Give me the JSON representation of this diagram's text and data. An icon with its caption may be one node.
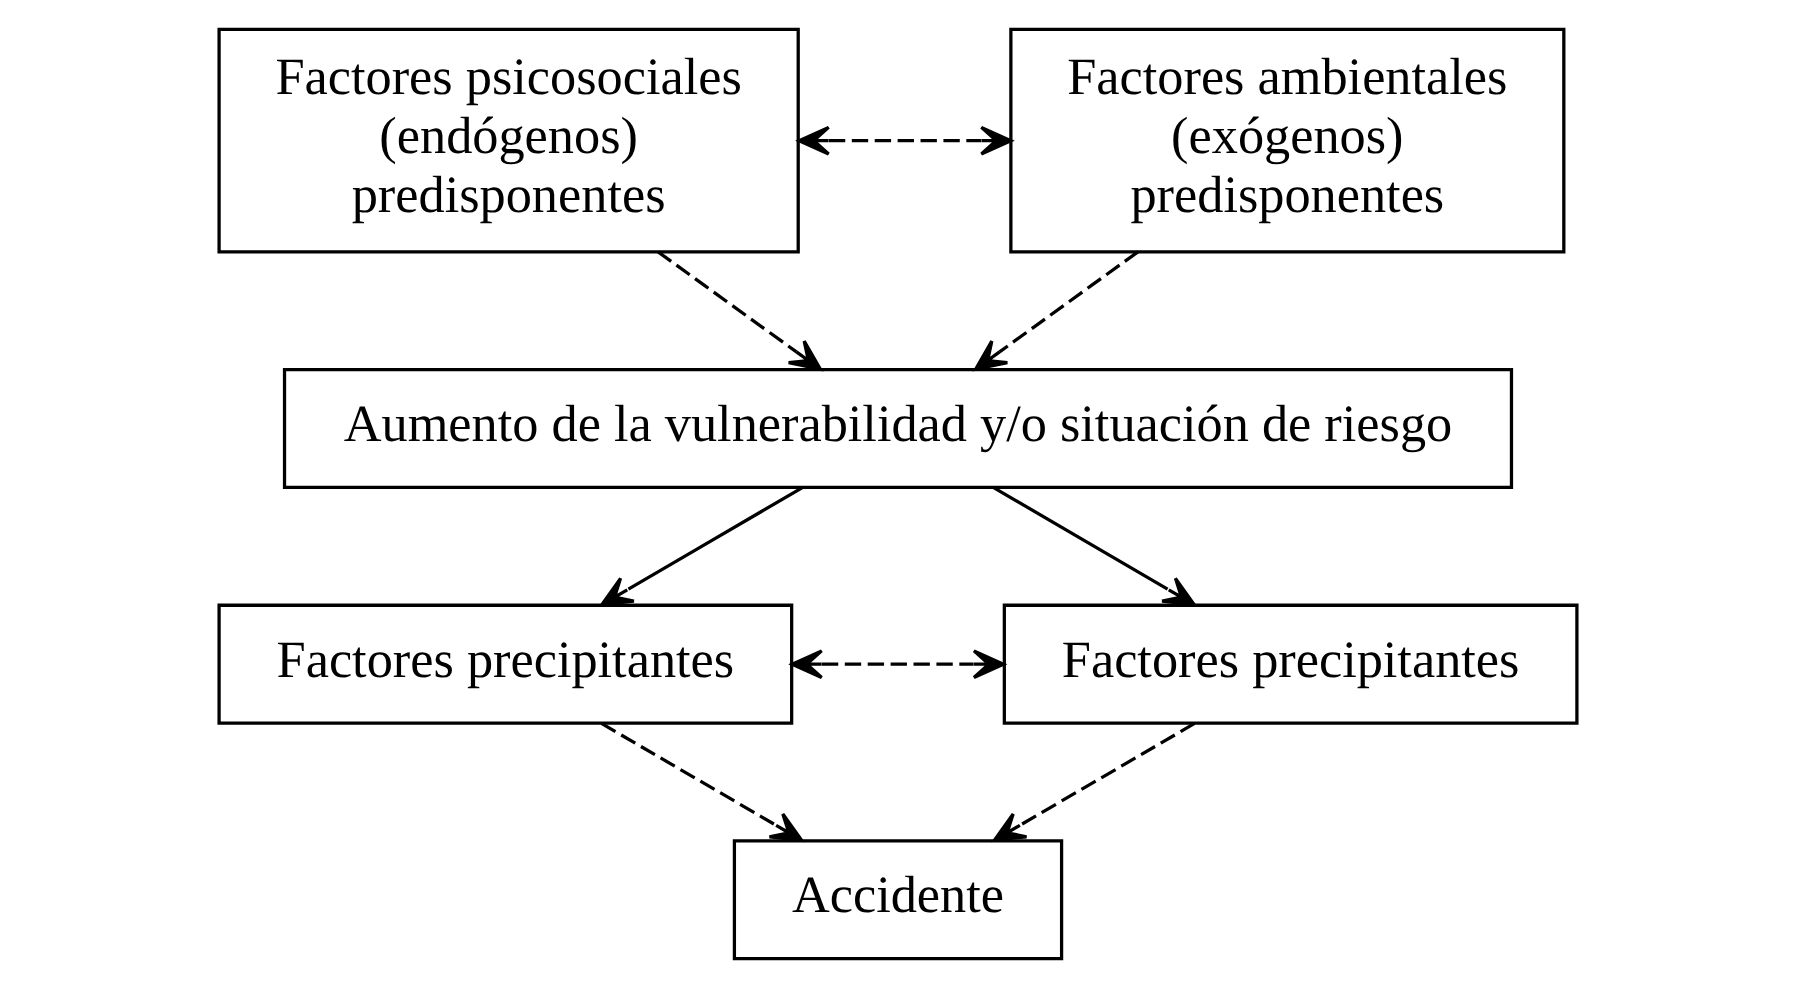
{
  "diagram": {
    "nodes": [
      {
        "text": [
          "Factores psicosociales (endógenos) predisponentes"
        ]
      },
      {
        "text": [
          "Factores ambientales (exógenos) predisponentes"
        ]
      },
      {
        "text": [
          "Aumento de la vulnerabilidad y/o situación de riesgo"
        ]
      },
      {
        "text": [
          "Factores precipitantes"
        ]
      },
      {
        "text": [
          "Factores precipitantes"
        ]
      },
      {
        "text": [
          "Accidente"
        ]
      }
    ],
    "edges": [
      {
        "from": 0,
        "to": 1,
        "arrow": "both",
        "style": "dashed"
      },
      {
        "from": 0,
        "to": 2,
        "arrow": "to",
        "style": "dashed"
      },
      {
        "from": 1,
        "to": 2,
        "arrow": "to",
        "style": "dashed"
      },
      {
        "from": 2,
        "to": 3,
        "arrow": "to"
      },
      {
        "from": 2,
        "to": 4,
        "arrow": "to"
      },
      {
        "from": 3,
        "to": 4,
        "arrow": "both",
        "style": "dashed"
      },
      {
        "from": 3,
        "to": 5,
        "arrow": "to",
        "style": "dashed"
      },
      {
        "from": 4,
        "to": 5,
        "arrow": "to",
        "style": "dashed"
      }
    ]
  }
}
